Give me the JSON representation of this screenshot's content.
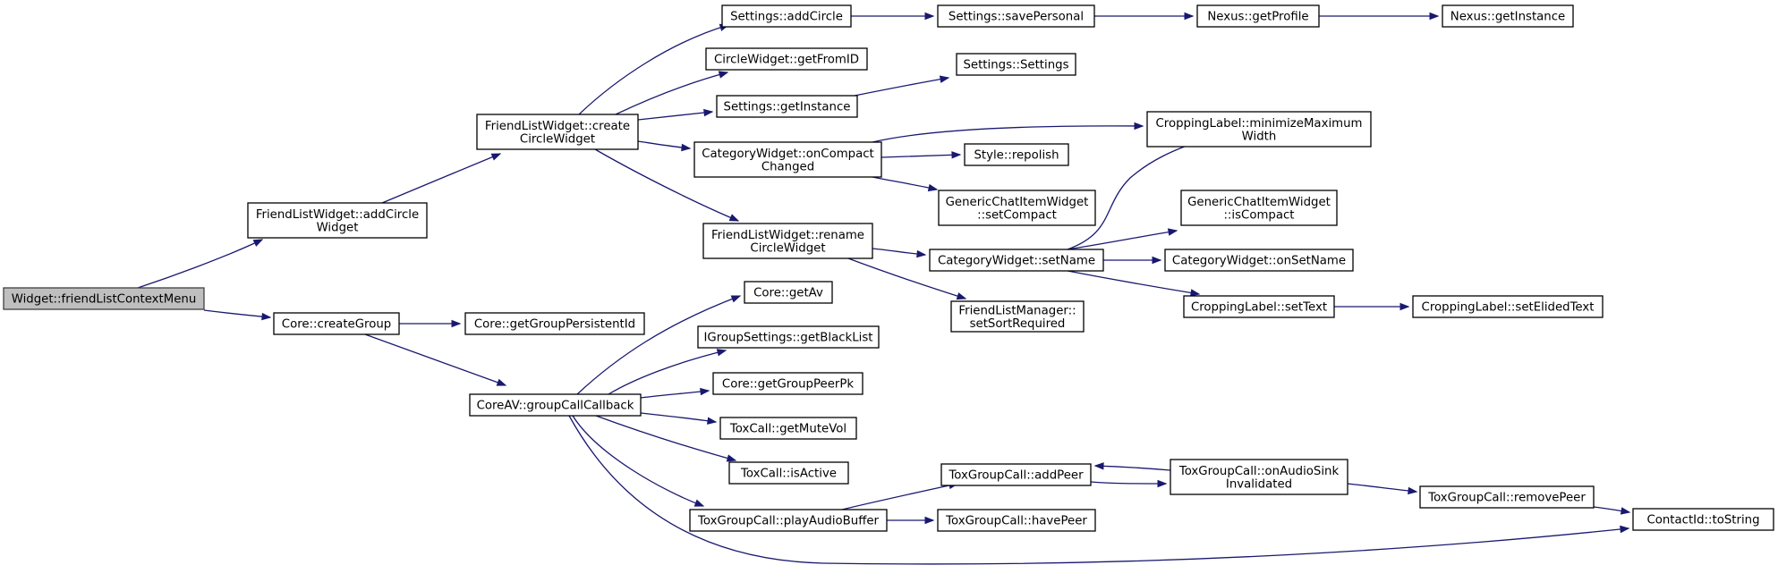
{
  "nodes": [
    {
      "id": "friendListContextMenu",
      "lines": [
        "Widget::friendListContextMenu"
      ],
      "root": true
    },
    {
      "id": "addCircleWidget",
      "lines": [
        "FriendListWidget::addCircle",
        "Widget"
      ]
    },
    {
      "id": "createGroup",
      "lines": [
        "Core::createGroup"
      ]
    },
    {
      "id": "createCircleWidget",
      "lines": [
        "FriendListWidget::create",
        "CircleWidget"
      ]
    },
    {
      "id": "getGroupPersistentId",
      "lines": [
        "Core::getGroupPersistentId"
      ]
    },
    {
      "id": "groupCallCallback",
      "lines": [
        "CoreAV::groupCallCallback"
      ]
    },
    {
      "id": "addCircle",
      "lines": [
        "Settings::addCircle"
      ]
    },
    {
      "id": "getFromID",
      "lines": [
        "CircleWidget::getFromID"
      ]
    },
    {
      "id": "settingsGetInstance",
      "lines": [
        "Settings::getInstance"
      ]
    },
    {
      "id": "onCompactChanged",
      "lines": [
        "CategoryWidget::onCompact",
        "Changed"
      ]
    },
    {
      "id": "renameCircleWidget",
      "lines": [
        "FriendListWidget::rename",
        "CircleWidget"
      ]
    },
    {
      "id": "getAv",
      "lines": [
        "Core::getAv"
      ]
    },
    {
      "id": "getBlackList",
      "lines": [
        "IGroupSettings::getBlackList"
      ]
    },
    {
      "id": "getGroupPeerPk",
      "lines": [
        "Core::getGroupPeerPk"
      ]
    },
    {
      "id": "getMuteVol",
      "lines": [
        "ToxCall::getMuteVol"
      ]
    },
    {
      "id": "isActive",
      "lines": [
        "ToxCall::isActive"
      ]
    },
    {
      "id": "playAudioBuffer",
      "lines": [
        "ToxGroupCall::playAudioBuffer"
      ]
    },
    {
      "id": "savePersonal",
      "lines": [
        "Settings::savePersonal"
      ]
    },
    {
      "id": "settingsCtor",
      "lines": [
        "Settings::Settings"
      ]
    },
    {
      "id": "repolish",
      "lines": [
        "Style::repolish"
      ]
    },
    {
      "id": "setCompact",
      "lines": [
        "GenericChatItemWidget",
        "::setCompact"
      ]
    },
    {
      "id": "setName",
      "lines": [
        "CategoryWidget::setName"
      ]
    },
    {
      "id": "setSortRequired",
      "lines": [
        "FriendListManager::",
        "setSortRequired"
      ]
    },
    {
      "id": "addPeer",
      "lines": [
        "ToxGroupCall::addPeer"
      ]
    },
    {
      "id": "havePeer",
      "lines": [
        "ToxGroupCall::havePeer"
      ]
    },
    {
      "id": "getProfile",
      "lines": [
        "Nexus::getProfile"
      ]
    },
    {
      "id": "minimizeMaximumWidth",
      "lines": [
        "CroppingLabel::minimizeMaximum",
        "Width"
      ]
    },
    {
      "id": "isCompact",
      "lines": [
        "GenericChatItemWidget",
        "::isCompact"
      ]
    },
    {
      "id": "onSetName",
      "lines": [
        "CategoryWidget::onSetName"
      ]
    },
    {
      "id": "setText",
      "lines": [
        "CroppingLabel::setText"
      ]
    },
    {
      "id": "onAudioSinkInvalidated",
      "lines": [
        "ToxGroupCall::onAudioSink",
        "Invalidated"
      ]
    },
    {
      "id": "nexusGetInstance",
      "lines": [
        "Nexus::getInstance"
      ]
    },
    {
      "id": "setElidedText",
      "lines": [
        "CroppingLabel::setElidedText"
      ]
    },
    {
      "id": "removePeer",
      "lines": [
        "ToxGroupCall::removePeer"
      ]
    },
    {
      "id": "toString",
      "lines": [
        "ContactId::toString"
      ]
    }
  ],
  "edges": [
    {
      "from": "friendListContextMenu",
      "to": "addCircleWidget"
    },
    {
      "from": "friendListContextMenu",
      "to": "createGroup"
    },
    {
      "from": "addCircleWidget",
      "to": "createCircleWidget"
    },
    {
      "from": "createGroup",
      "to": "getGroupPersistentId"
    },
    {
      "from": "createGroup",
      "to": "groupCallCallback"
    },
    {
      "from": "createCircleWidget",
      "to": "addCircle"
    },
    {
      "from": "createCircleWidget",
      "to": "getFromID"
    },
    {
      "from": "createCircleWidget",
      "to": "settingsGetInstance"
    },
    {
      "from": "createCircleWidget",
      "to": "onCompactChanged"
    },
    {
      "from": "createCircleWidget",
      "to": "renameCircleWidget"
    },
    {
      "from": "addCircle",
      "to": "savePersonal"
    },
    {
      "from": "savePersonal",
      "to": "getProfile"
    },
    {
      "from": "getProfile",
      "to": "nexusGetInstance"
    },
    {
      "from": "settingsGetInstance",
      "to": "settingsCtor"
    },
    {
      "from": "onCompactChanged",
      "to": "minimizeMaximumWidth"
    },
    {
      "from": "onCompactChanged",
      "to": "repolish"
    },
    {
      "from": "onCompactChanged",
      "to": "setCompact"
    },
    {
      "from": "renameCircleWidget",
      "to": "setName"
    },
    {
      "from": "renameCircleWidget",
      "to": "setSortRequired"
    },
    {
      "from": "setName",
      "to": "minimizeMaximumWidth"
    },
    {
      "from": "setName",
      "to": "isCompact"
    },
    {
      "from": "setName",
      "to": "onSetName"
    },
    {
      "from": "setName",
      "to": "setText"
    },
    {
      "from": "setText",
      "to": "setElidedText"
    },
    {
      "from": "groupCallCallback",
      "to": "getAv"
    },
    {
      "from": "groupCallCallback",
      "to": "getBlackList"
    },
    {
      "from": "groupCallCallback",
      "to": "getGroupPeerPk"
    },
    {
      "from": "groupCallCallback",
      "to": "getMuteVol"
    },
    {
      "from": "groupCallCallback",
      "to": "isActive"
    },
    {
      "from": "groupCallCallback",
      "to": "playAudioBuffer"
    },
    {
      "from": "groupCallCallback",
      "to": "toString"
    },
    {
      "from": "playAudioBuffer",
      "to": "addPeer"
    },
    {
      "from": "playAudioBuffer",
      "to": "havePeer"
    },
    {
      "from": "addPeer",
      "to": "onAudioSinkInvalidated"
    },
    {
      "from": "onAudioSinkInvalidated",
      "to": "addPeer"
    },
    {
      "from": "onAudioSinkInvalidated",
      "to": "removePeer"
    },
    {
      "from": "removePeer",
      "to": "toString"
    }
  ]
}
